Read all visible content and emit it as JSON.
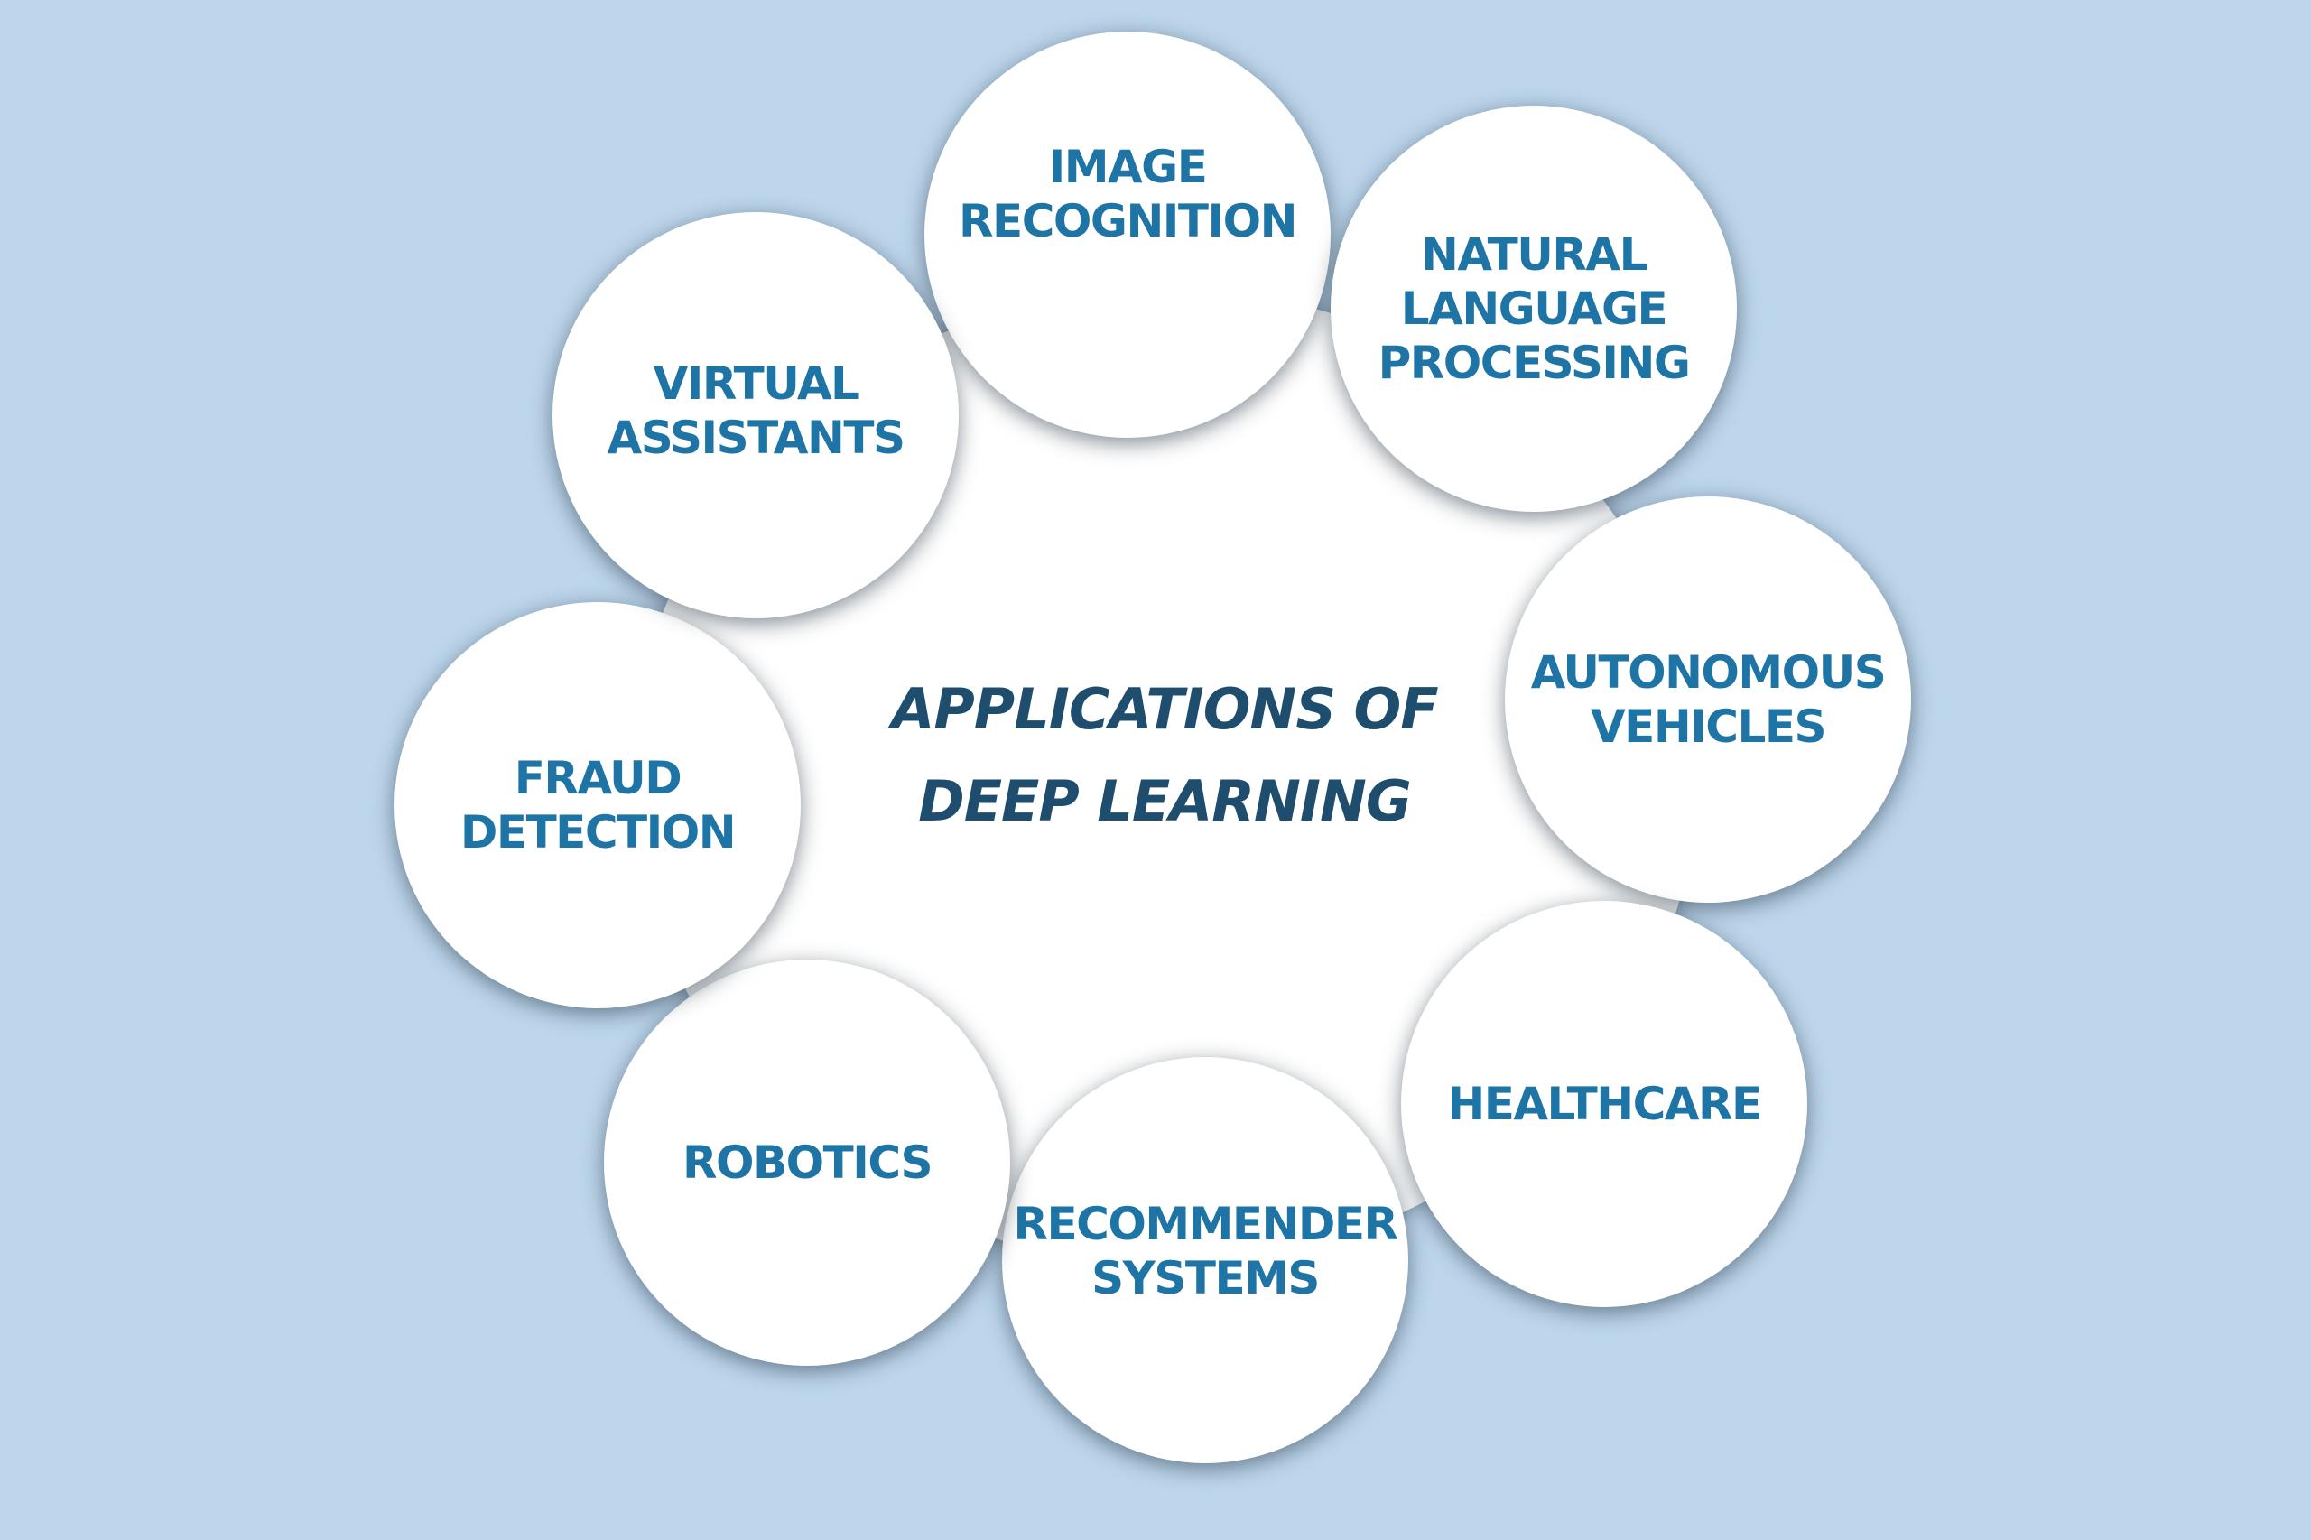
{
  "center": {
    "line1": "APPLICATIONS OF",
    "line2": "DEEP LEARNING"
  },
  "applications": [
    {
      "lines": [
        "IMAGE",
        "RECOGNITION"
      ]
    },
    {
      "lines": [
        "NATURAL",
        "LANGUAGE",
        "PROCESSING"
      ]
    },
    {
      "lines": [
        "AUTONOMOUS",
        "VEHICLES"
      ]
    },
    {
      "lines": [
        "HEALTHCARE"
      ]
    },
    {
      "lines": [
        "RECOMMENDER",
        "SYSTEMS"
      ]
    },
    {
      "lines": [
        "ROBOTICS"
      ]
    },
    {
      "lines": [
        "FRAUD",
        "DETECTION"
      ]
    },
    {
      "lines": [
        "VIRTUAL",
        "ASSISTANTS"
      ]
    }
  ],
  "colors": {
    "background": "#bdd6ec",
    "bubble": "#ffffff",
    "bubble_text": "#1f74a6",
    "center_text": "#1e4d6e"
  }
}
